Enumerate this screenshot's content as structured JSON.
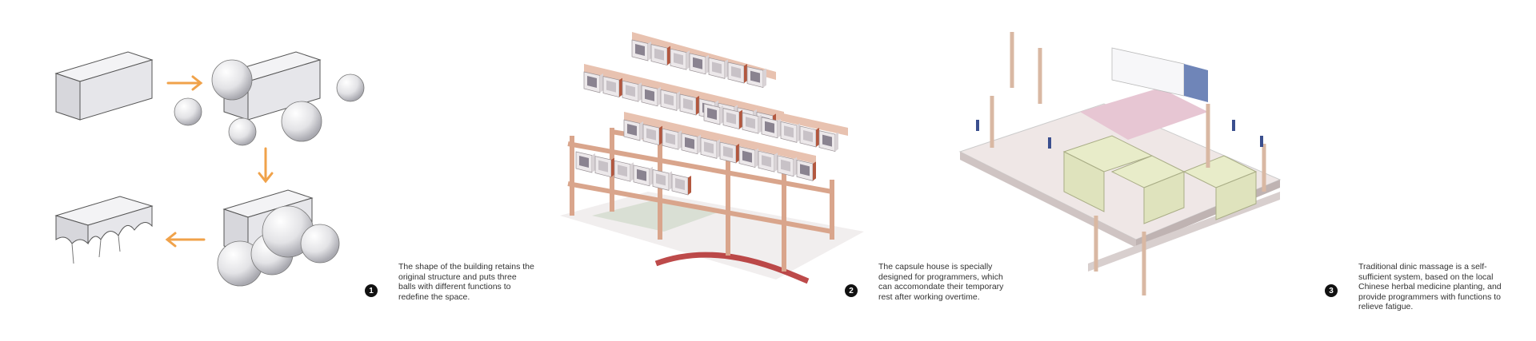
{
  "panels": [
    {
      "number": "1",
      "caption": "The shape of the building retains the original structure and puts three balls with different functions to redefine the space."
    },
    {
      "number": "2",
      "caption": "The capsule house is specially designed for programmers, which can accomondate their temporary rest after working overtime."
    },
    {
      "number": "3",
      "caption": "Traditional dinic massage is a self-sufficient system, based on the local Chinese herbal medicine planting, and provide programmers with functions to relieve fatigue."
    }
  ],
  "colors": {
    "arrow": "#f0a24a",
    "timber": "#d9a58c",
    "capsule": "#e9e5e8",
    "floor": "#efe7e6",
    "room_green": "#e8ecc9",
    "accent_red": "#b22a2a"
  }
}
